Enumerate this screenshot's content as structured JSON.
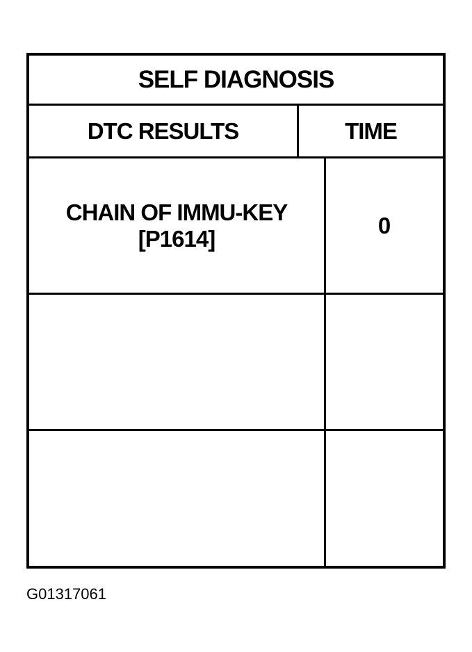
{
  "screen": {
    "title": "SELF DIAGNOSIS",
    "columns": {
      "result": "DTC RESULTS",
      "time": "TIME"
    },
    "rows": [
      {
        "result_line1": "CHAIN OF IMMU-KEY",
        "result_line2": "[P1614]",
        "time": "0"
      },
      {
        "result_line1": "",
        "result_line2": "",
        "time": ""
      },
      {
        "result_line1": "",
        "result_line2": "",
        "time": ""
      }
    ]
  },
  "figure_id": "G01317061"
}
